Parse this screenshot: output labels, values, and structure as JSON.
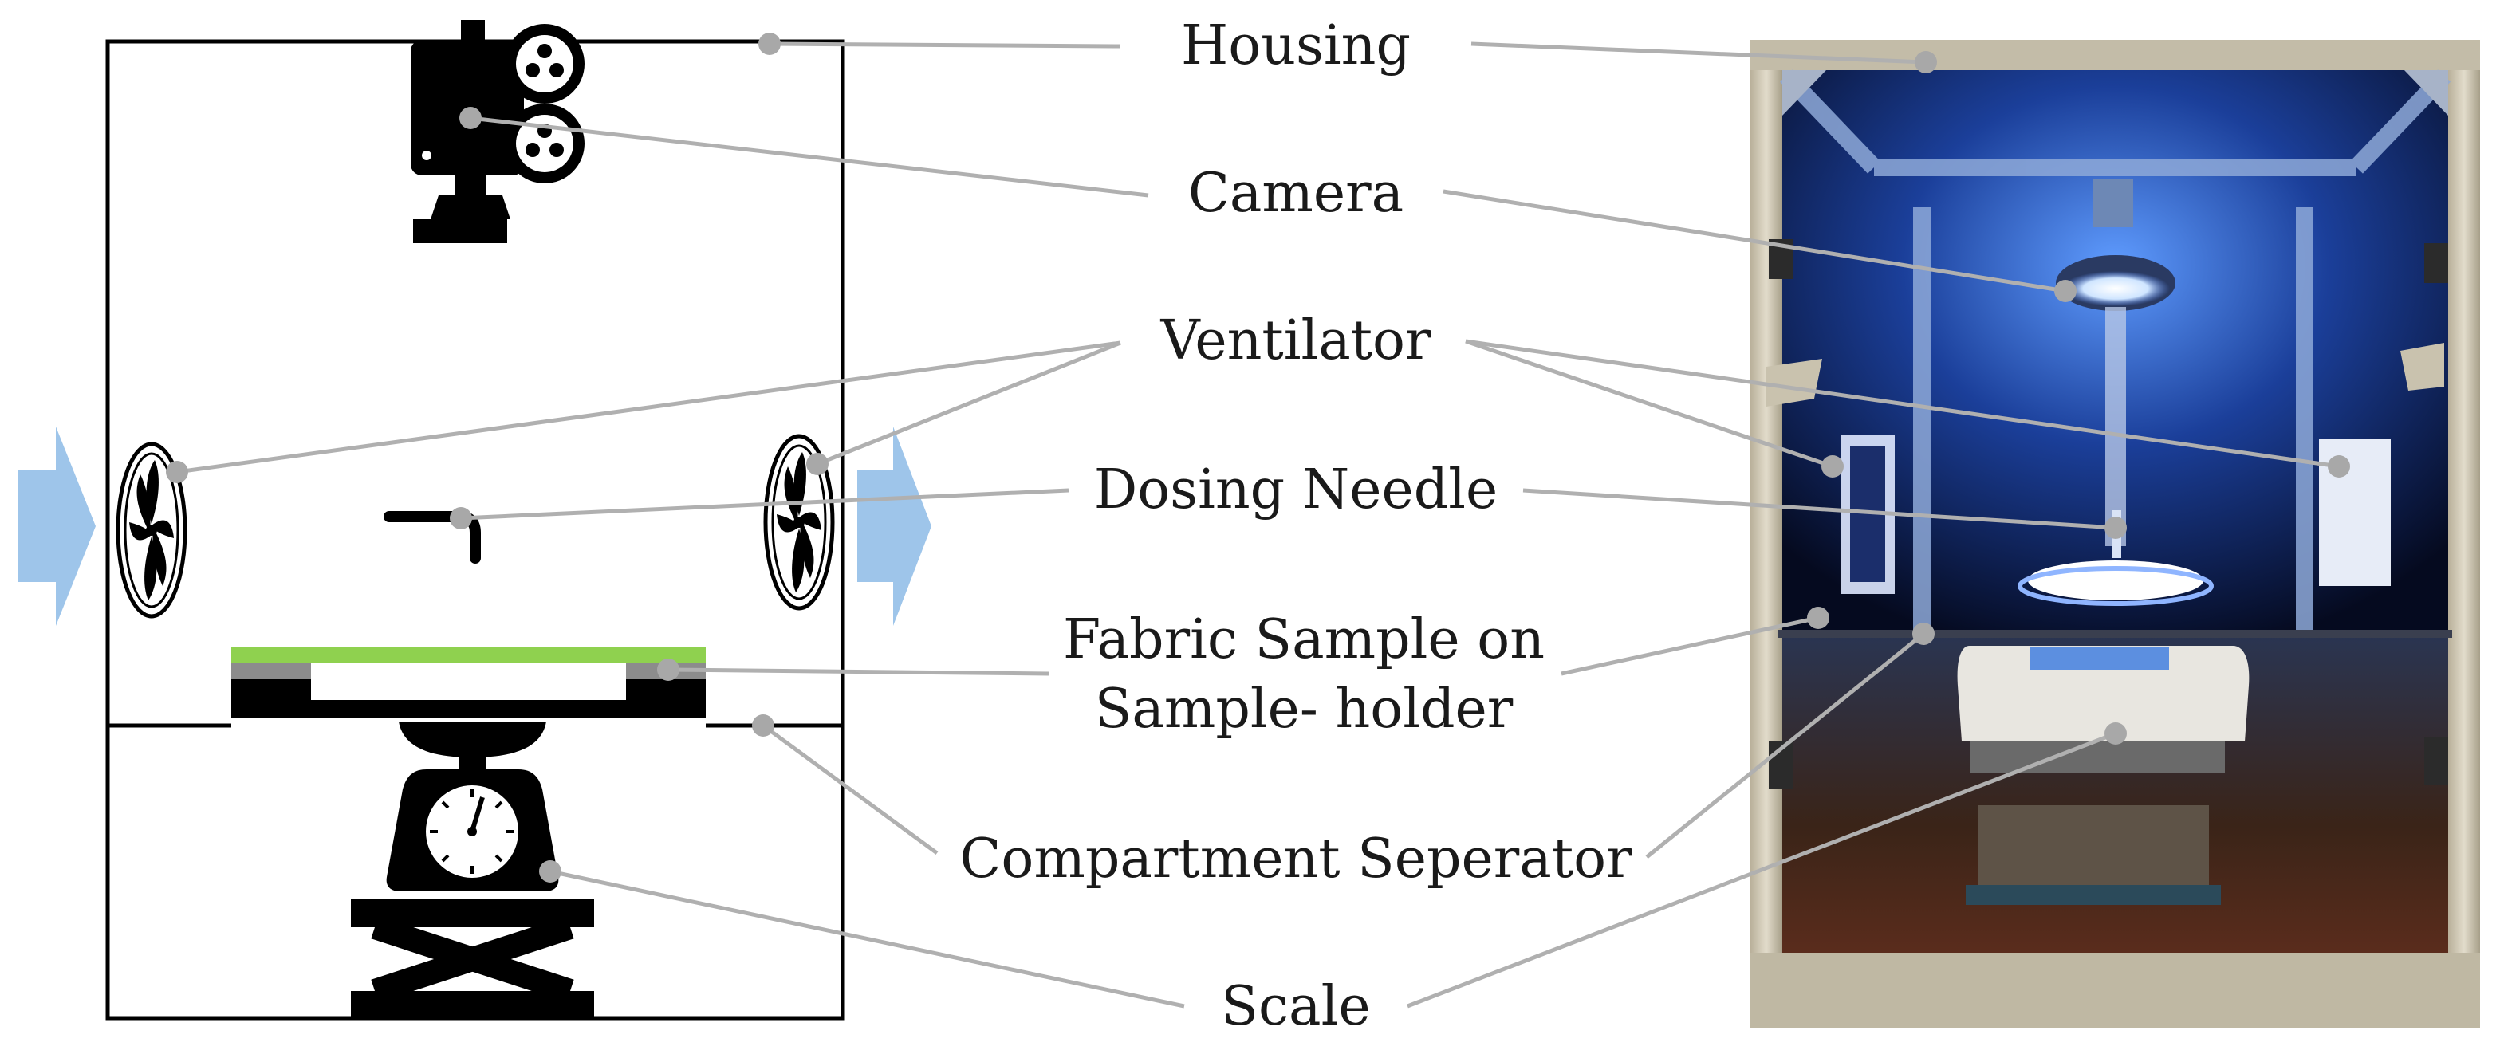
{
  "labels": {
    "housing": "Housing",
    "camera": "Camera",
    "ventilator": "Ventilator",
    "dosing_needle": "Dosing Needle",
    "fabric_sample_line1": "Fabric Sample on",
    "fabric_sample_line2": "Sample- holder",
    "compartment_separator": "Compartment Seperator",
    "scale": "Scale"
  },
  "colors": {
    "leader": "#b0b0b0",
    "arrow": "#9ec5ea",
    "fabric": "#8fd14f",
    "holder_gray": "#8c8c8c",
    "aluminium_frame": "#c9c2ae",
    "interior_light": "#2f6fd8"
  }
}
